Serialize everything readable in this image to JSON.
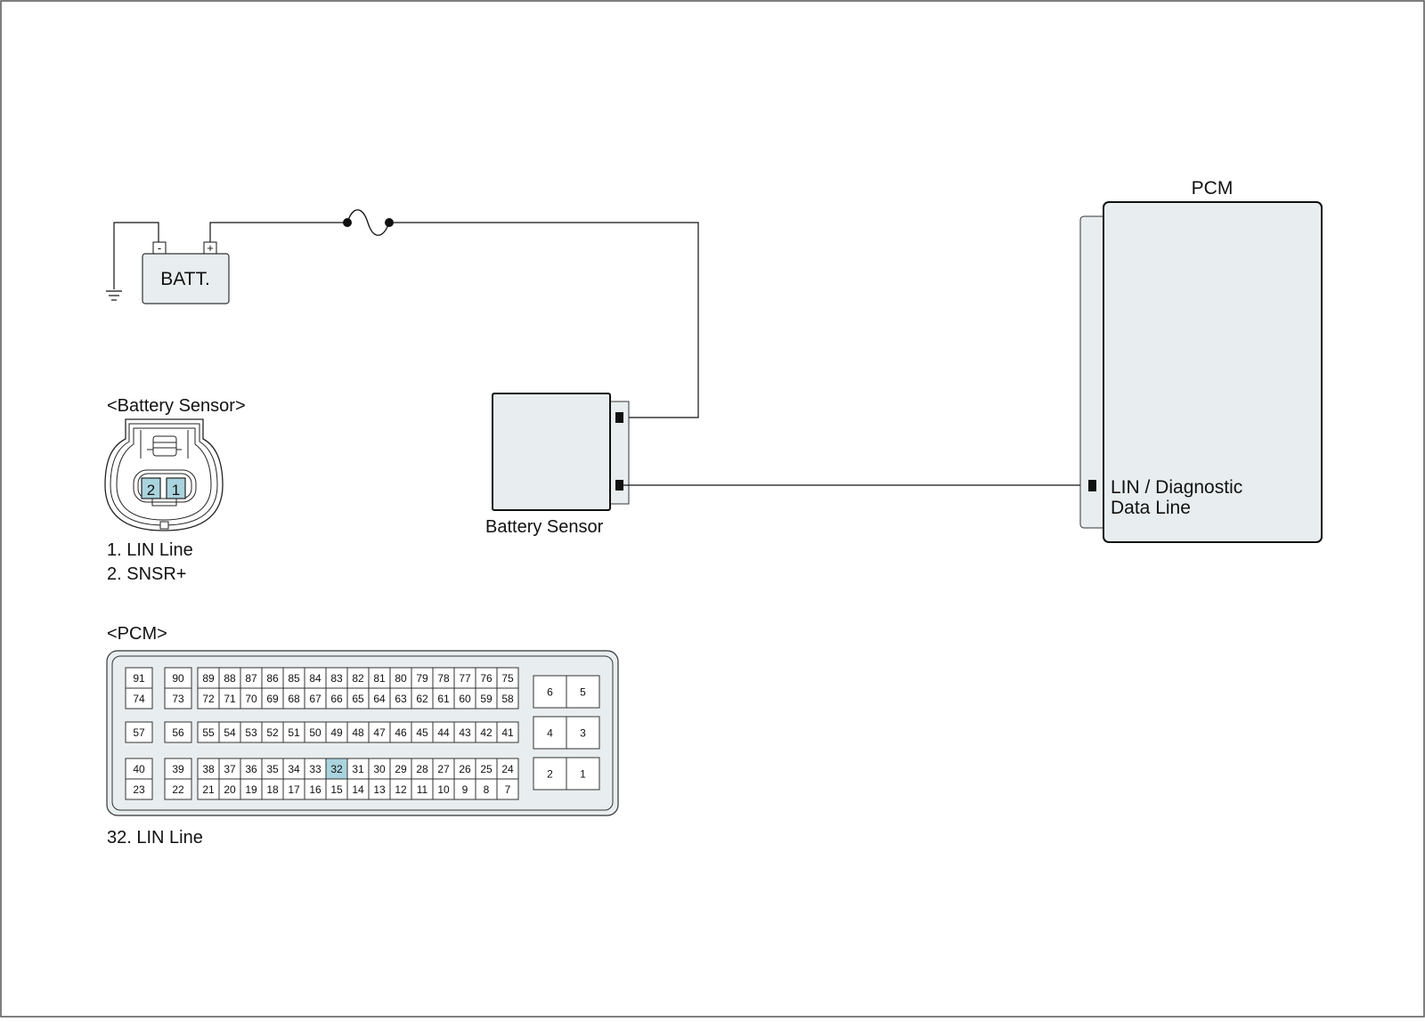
{
  "diagram": {
    "battery": {
      "label": "BATT.",
      "neg": "-",
      "pos": "+"
    },
    "sensor_module": {
      "label": "Battery Sensor"
    },
    "pcm_module": {
      "title": "PCM",
      "pin_label_1": "LIN / Diagnostic",
      "pin_label_2": "Data Line"
    },
    "sensor_connector": {
      "title": "<Battery Sensor>",
      "pin_2": "2",
      "pin_1": "1",
      "legend": [
        "1. LIN Line",
        "2. SNSR+"
      ]
    },
    "pcm_connector": {
      "title": "<PCM>",
      "highlight_pin": "32",
      "legend": "32. LIN Line",
      "row1": [
        "91",
        "90",
        "89",
        "88",
        "87",
        "86",
        "85",
        "84",
        "83",
        "82",
        "81",
        "80",
        "79",
        "78",
        "77",
        "76",
        "75"
      ],
      "row2": [
        "74",
        "73",
        "72",
        "71",
        "70",
        "69",
        "68",
        "67",
        "66",
        "65",
        "64",
        "63",
        "62",
        "61",
        "60",
        "59",
        "58"
      ],
      "row3": [
        "57",
        "56",
        "55",
        "54",
        "53",
        "52",
        "51",
        "50",
        "49",
        "48",
        "47",
        "46",
        "45",
        "44",
        "43",
        "42",
        "41"
      ],
      "row4": [
        "40",
        "39",
        "38",
        "37",
        "36",
        "35",
        "34",
        "33",
        "32",
        "31",
        "30",
        "29",
        "28",
        "27",
        "26",
        "25",
        "24"
      ],
      "row5": [
        "23",
        "22",
        "21",
        "20",
        "19",
        "18",
        "17",
        "16",
        "15",
        "14",
        "13",
        "12",
        "11",
        "10",
        "9",
        "8",
        "7"
      ],
      "power_pins": [
        [
          "6",
          "5"
        ],
        [
          "4",
          "3"
        ],
        [
          "2",
          "1"
        ]
      ]
    },
    "colors": {
      "module_fill": "#e8eeef",
      "pin_highlight": "#a9d3dd",
      "line": "#111111"
    }
  }
}
